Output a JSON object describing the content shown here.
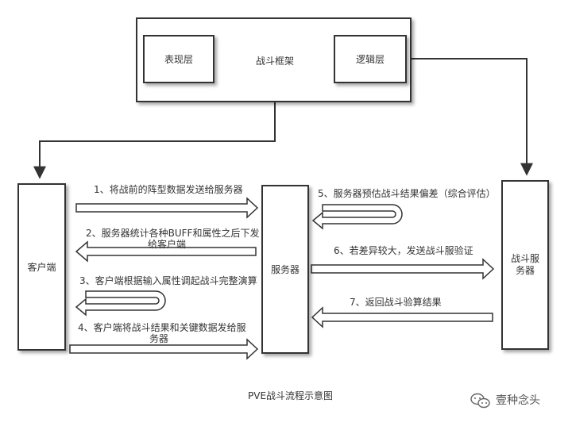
{
  "framework": {
    "title": "战斗框架",
    "presentation": "表现层",
    "logic": "逻辑层"
  },
  "nodes": {
    "client": "客户端",
    "server": "服务器",
    "battle_server": "战斗服务器"
  },
  "steps": {
    "s1": "1、将战前的阵型数据发送给服务器",
    "s2_line1": "2、服务器统计各种BUFF和属性之后下发",
    "s2_line2": "给客户端",
    "s3": "3、客户端根据输入属性调起战斗完整演算",
    "s4_line1": "4、客户端将战斗结果和关键数据发给服",
    "s4_line2": "务器",
    "s5": "5、服务器预估战斗结果偏差（综合评估）",
    "s6": "6、若差异较大，发送战斗服验证",
    "s7": "7、返回战斗验算结果"
  },
  "caption": "PVE战斗流程示意图",
  "watermark": {
    "text": "壹种念头",
    "icon": "wechat-icon"
  }
}
